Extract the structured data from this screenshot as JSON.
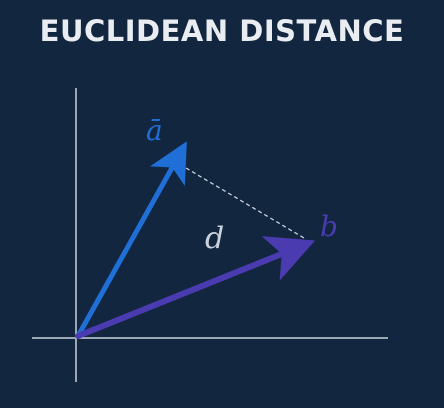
{
  "title": "EUCLIDEAN DISTANCE",
  "labels": {
    "vector_a": "ā",
    "vector_b": "b",
    "distance": "d"
  },
  "colors": {
    "background": "#12263f",
    "title": "#e9edf2",
    "axes": "#c9d2dc",
    "vector_a": "#1f6fd6",
    "vector_b": "#4a3bb0",
    "distance_line": "#c9d2dc",
    "distance_label": "#c9d2dc"
  }
}
